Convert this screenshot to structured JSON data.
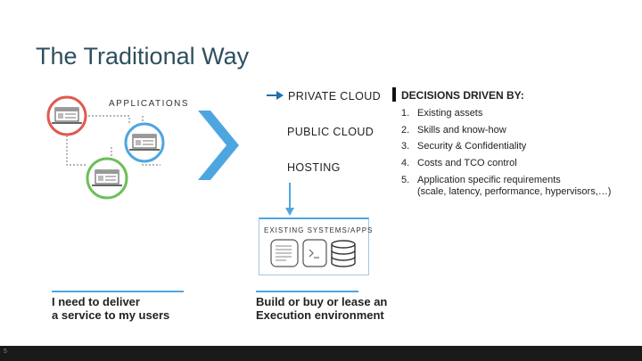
{
  "slide": {
    "title": "The Traditional Way",
    "page_number": "5"
  },
  "applications": {
    "label": "APPLICATIONS"
  },
  "environments": {
    "private_cloud": "PRIVATE CLOUD",
    "public_cloud": "PUBLIC CLOUD",
    "hosting": "HOSTING"
  },
  "decisions": {
    "title": "DECISIONS DRIVEN BY:",
    "items": [
      {
        "num": "1.",
        "text": "Existing assets"
      },
      {
        "num": "2.",
        "text": "Skills and know-how"
      },
      {
        "num": "3.",
        "text": "Security & Confidentiality"
      },
      {
        "num": "4.",
        "text": "Costs and TCO control"
      },
      {
        "num": "5.",
        "text": "Application specific requirements",
        "sub": "(scale, latency, performance, hypervisors,…)"
      }
    ]
  },
  "existing": {
    "label": "EXISTING SYSTEMS/APPS"
  },
  "bottom": {
    "left_line1": "I need to deliver",
    "left_line2": "a service to my users",
    "right_line1": "Build or buy or lease an",
    "right_line2": "Execution environment"
  },
  "colors": {
    "accent": "#4ea6e0",
    "app_red": "#e05a4e",
    "app_blue": "#4ea6e0",
    "app_green": "#6cbf5a",
    "title": "#2f4f5f"
  }
}
